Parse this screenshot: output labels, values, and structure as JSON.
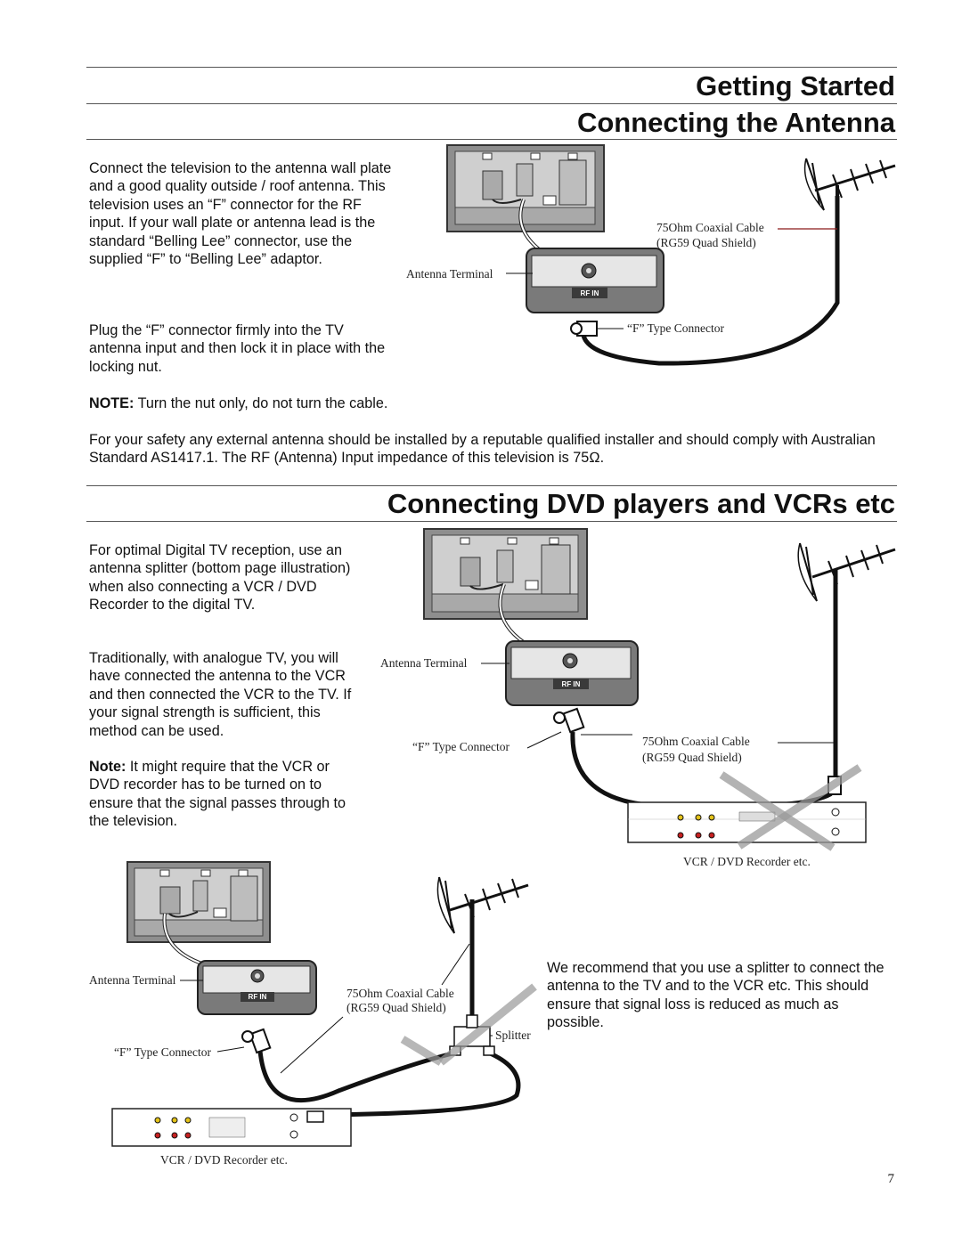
{
  "headings": {
    "getting_started": "Getting Started",
    "connecting_antenna": "Connecting the Antenna",
    "connecting_dvd": "Connecting DVD players and VCRs etc"
  },
  "antenna_section": {
    "para1": "Connect the television to the antenna wall plate and a good quality outside / roof antenna. This television uses an “F” connector for the RF input. If your wall plate or antenna lead is the standard “Belling Lee” connector, use the supplied “F” to “Belling Lee” adaptor.",
    "para2": "Plug the “F” connector firmly into the TV antenna input and then lock it in place with the locking nut.",
    "note_label": "NOTE:",
    "note_text": " Turn the nut only, do not turn the cable.",
    "safety": "For your safety any external antenna should be installed by a reputable qualified installer and should comply with Australian Standard AS1417.1. The RF (Antenna) Input impedance of this television is 75Ω."
  },
  "dvd_section": {
    "para1": "For optimal Digital TV reception, use an antenna splitter (bottom page illustration) when also connecting a VCR / DVD Recorder to the digital TV.",
    "para2": "Traditionally, with analogue TV, you will have connected the antenna to the VCR and then connected the VCR to the TV. If your signal strength is sufficient, this method can be used.",
    "note_label": "Note:",
    "note_text": " It might require that the VCR or DVD recorder has to be turned on to ensure that the signal passes through to the television.",
    "recommend": "We recommend that you use a splitter to connect the antenna to the TV and to the VCR etc. This should ensure that signal loss is reduced as much as possible."
  },
  "diagram1": {
    "cable_line1": "75Ohm Coaxial Cable",
    "cable_line2": "(RG59 Quad Shield)",
    "antenna_terminal": "Antenna Terminal",
    "f_connector": "“F” Type Connector",
    "rf_in": "RF IN"
  },
  "diagram2": {
    "antenna_terminal": "Antenna Terminal",
    "f_connector": "“F” Type Connector",
    "cable_line1": "75Ohm Coaxial Cable",
    "cable_line2": "(RG59 Quad Shield)",
    "recorder": "VCR / DVD Recorder etc.",
    "rf_in": "RF IN"
  },
  "diagram3": {
    "antenna_terminal": "Antenna Terminal",
    "cable_line1": "75Ohm Coaxial Cable",
    "cable_line2": "(RG59 Quad Shield)",
    "splitter": "Splitter",
    "f_connector": "“F” Type Connector",
    "recorder": "VCR / DVD Recorder etc.",
    "rf_in": "RF IN"
  },
  "page_number": "7"
}
